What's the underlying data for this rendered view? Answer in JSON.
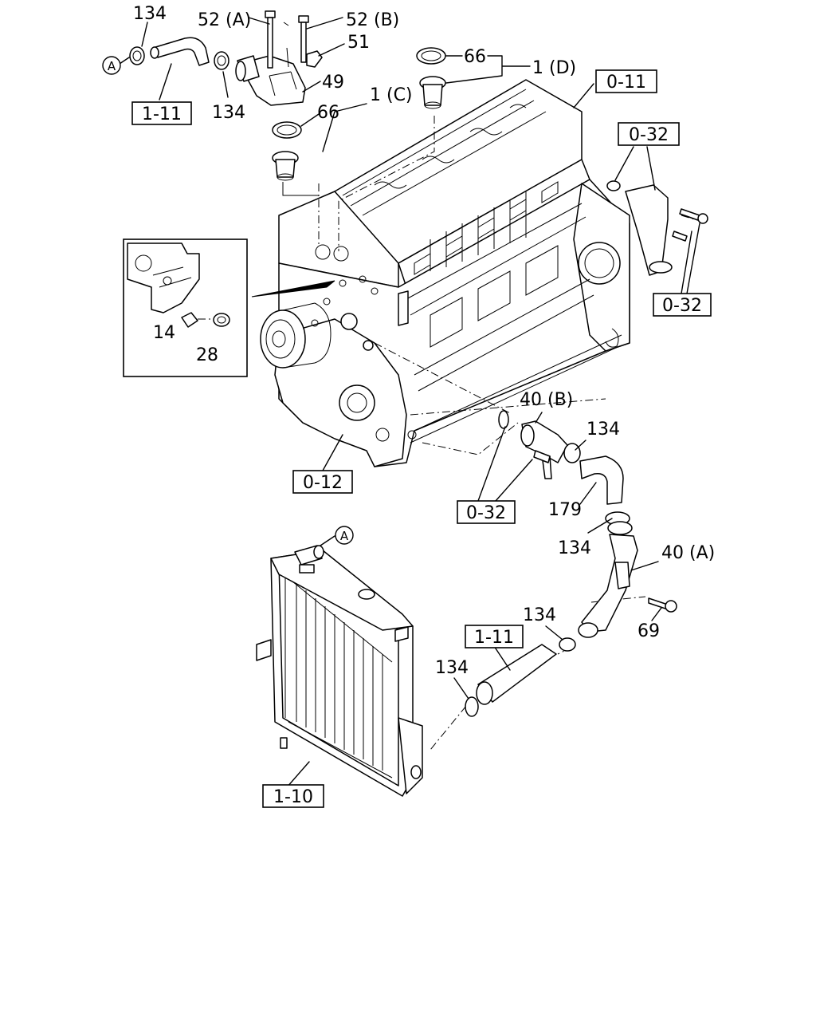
{
  "labels": {
    "p134_tl": "134",
    "p52a": "52 (A)",
    "p52b": "52 (B)",
    "p51": "51",
    "p66_top": "66",
    "p1d": "1 (D)",
    "p49": "49",
    "p134_l": "134",
    "p1c": "1 (C)",
    "p66_mid": "66",
    "p14": "14",
    "p28": "28",
    "p40b": "40 (B)",
    "p134_r": "134",
    "p179": "179",
    "p134_r2": "134",
    "p40a": "40 (A)",
    "p69": "69",
    "p134_b": "134",
    "p134_bl": "134"
  },
  "refs": {
    "r1_11_top": "1-11",
    "r0_11": "0-11",
    "r0_32_a": "0-32",
    "r0_32_b": "0-32",
    "r0_12": "0-12",
    "r0_32_c": "0-32",
    "r1_11_bot": "1-11",
    "r1_10": "1-10"
  },
  "markers": {
    "a_top": "A",
    "a_rad": "A"
  }
}
